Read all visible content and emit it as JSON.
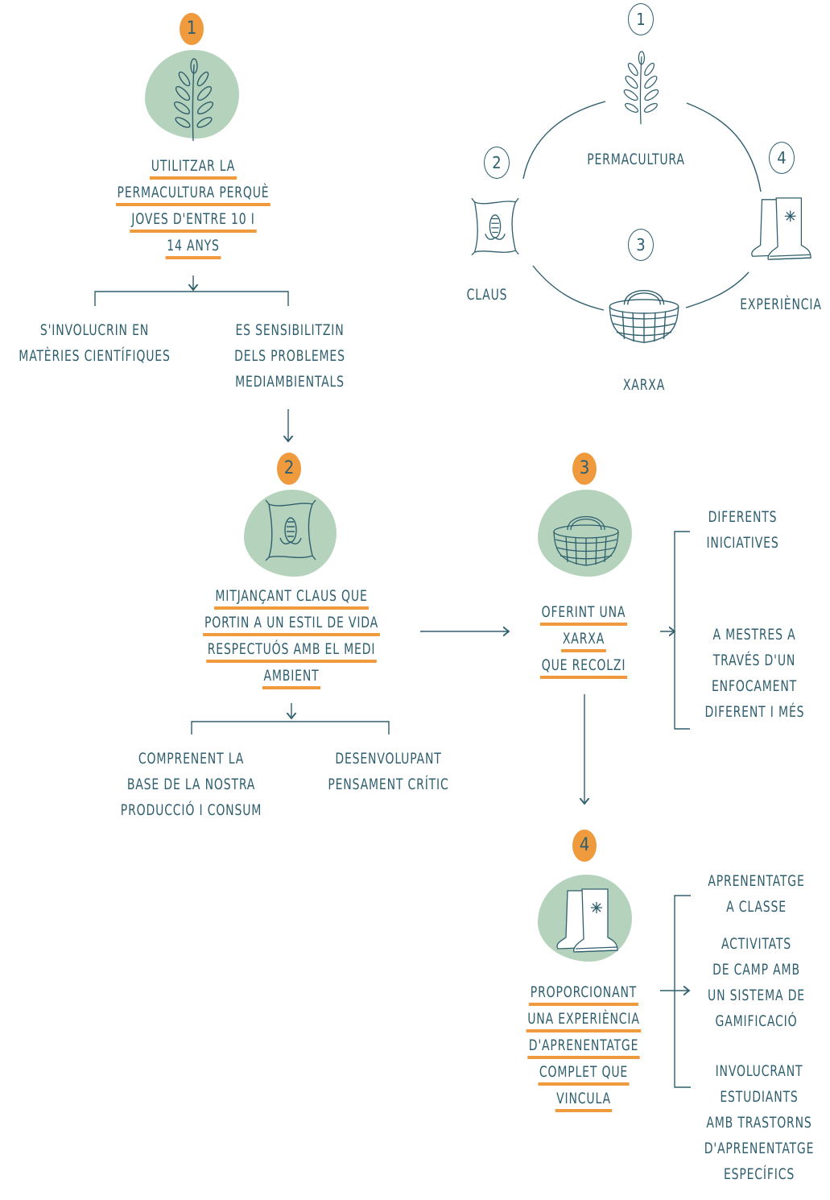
{
  "steps": {
    "step1": {
      "badge": "1",
      "lines": [
        "UTILITZAR LA",
        "PERMACULTURA PERQUÈ",
        "JOVES D'ENTRE 10 I",
        "14 ANYS"
      ],
      "branches": [
        [
          "S'INVOLUCRIN EN",
          "MATÈRIES CIENTÍFIQUES"
        ],
        [
          "ES SENSIBILITZIN",
          "DELS PROBLEMES",
          "MEDIAMBIENTALS"
        ]
      ]
    },
    "step2": {
      "badge": "2",
      "lines": [
        "MITJANÇANT CLAUS QUE",
        "PORTIN A UN ESTIL DE VIDA",
        "RESPECTUÓS AMB EL MEDI",
        "AMBIENT"
      ],
      "branches": [
        [
          "COMPRENENT LA",
          "BASE DE LA NOSTRA",
          "PRODUCCIÓ I CONSUM"
        ],
        [
          "DESENVOLUPANT",
          "PENSAMENT CRÍTIC"
        ]
      ]
    },
    "step3": {
      "badge": "3",
      "lines": [
        "OFERINT UNA",
        "XARXA",
        "QUE RECOLZI"
      ],
      "branches": [
        [
          "DIFERENTS",
          "INICIATIVES"
        ],
        [
          "A MESTRES A",
          "TRAVÉS D'UN",
          "ENFOCAMENT",
          "DIFERENT I MÉS"
        ]
      ]
    },
    "step4": {
      "badge": "4",
      "lines": [
        "PROPORCIONANT",
        "UNA EXPERIÈNCIA",
        "D'APRENENTATGE",
        "COMPLET QUE",
        "VINCULA"
      ],
      "branches": [
        [
          "APRENENTATGE",
          "A CLASSE"
        ],
        [
          "ACTIVITATS",
          "DE CAMP AMB",
          "UN SISTEMA DE",
          "GAMIFICACIÓ"
        ],
        [
          "INVOLUCRANT",
          "ESTUDIANTS",
          "AMB TRASTORNS",
          "D'APRENENTATGE",
          "ESPECÍFICS"
        ]
      ]
    }
  },
  "cycle": {
    "items": [
      {
        "num": "1",
        "label": "PERMACULTURA",
        "icon": "leaf-icon"
      },
      {
        "num": "2",
        "label": "CLAUS",
        "icon": "seed-bag-icon"
      },
      {
        "num": "3",
        "label": "XARXA",
        "icon": "basket-icon"
      },
      {
        "num": "4",
        "label": "EXPERIÈNCIA",
        "icon": "boots-icon"
      }
    ]
  },
  "colors": {
    "text": "#2f5f6e",
    "accent": "#f09a3e",
    "blob": "#b5d3bc"
  }
}
